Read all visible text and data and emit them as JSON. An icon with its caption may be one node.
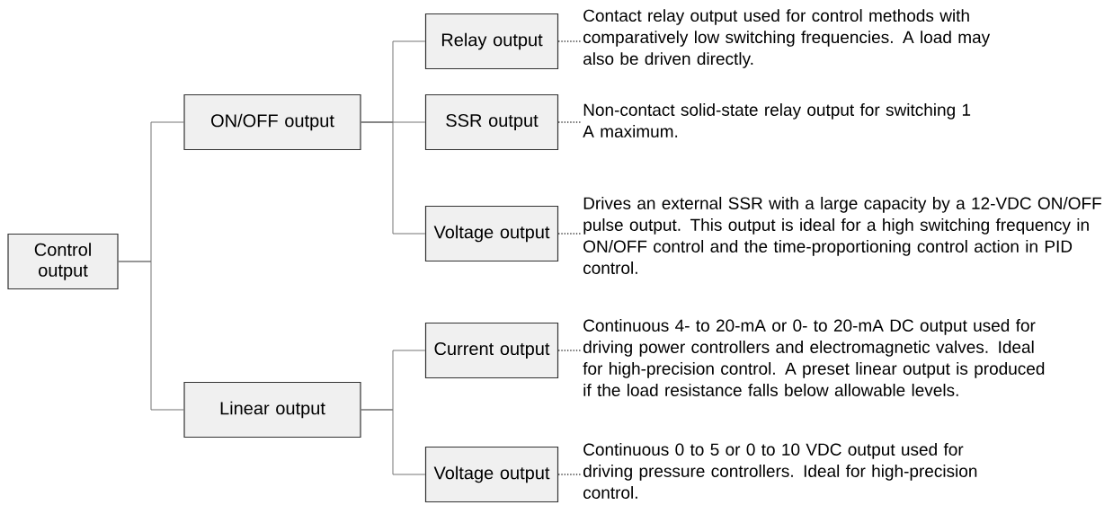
{
  "diagram": {
    "nodes": [
      {
        "text": [
          "Control output"
        ]
      },
      {
        "text": [
          "ON/OFF output"
        ]
      },
      {
        "text": [
          "Linear output"
        ]
      },
      {
        "text": [
          "Relay output"
        ]
      },
      {
        "text": [
          "SSR output"
        ]
      },
      {
        "text": [
          "Voltage output"
        ]
      },
      {
        "text": [
          "Current output"
        ]
      },
      {
        "text": [
          "Voltage output"
        ]
      },
      {
        "text": [
          "Contact relay output used for control methods with comparatively low switching frequencies. A load may also be driven directly."
        ]
      },
      {
        "text": [
          "Non-contact solid-state relay output for switching 1 A maximum."
        ]
      },
      {
        "text": [
          "Drives an external SSR with a large capacity by a 12-VDC ON/OFF pulse output. This output is ideal for a high switching frequency in ON/OFF control and the time-proportioning control action in PID control."
        ]
      },
      {
        "text": [
          "Continuous 4- to 20-mA or 0- to 20-mA DC output used for driving power controllers and electromagnetic valves. Ideal for high-precision control. A preset linear output is produced if the load resistance falls below allowable levels."
        ]
      },
      {
        "text": [
          "Continuous 0 to 5 or 0 to 10 VDC output used for driving pressure controllers. Ideal for high-precision control."
        ]
      }
    ],
    "edges": [
      {
        "from": 0,
        "to": 1,
        "arrow": "none"
      },
      {
        "from": 0,
        "to": 2,
        "arrow": "none"
      },
      {
        "from": 1,
        "to": 3,
        "arrow": "none"
      },
      {
        "from": 1,
        "to": 4,
        "arrow": "none"
      },
      {
        "from": 1,
        "to": 5,
        "arrow": "none"
      },
      {
        "from": 2,
        "to": 6,
        "arrow": "none"
      },
      {
        "from": 2,
        "to": 7,
        "arrow": "none"
      },
      {
        "from": 3,
        "to": 8,
        "arrow": "none",
        "style": "dashed"
      },
      {
        "from": 4,
        "to": 9,
        "arrow": "none",
        "style": "dashed"
      },
      {
        "from": 5,
        "to": 10,
        "arrow": "none",
        "style": "dashed"
      },
      {
        "from": 6,
        "to": 11,
        "arrow": "none",
        "style": "dashed"
      },
      {
        "from": 7,
        "to": 12,
        "arrow": "none",
        "style": "dashed"
      }
    ]
  }
}
